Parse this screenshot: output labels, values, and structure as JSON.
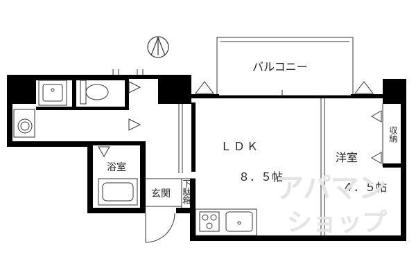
{
  "north_mark": "N",
  "rooms": {
    "balcony": "バルコニー",
    "ldk": "ＬＤＫ",
    "ldk_size": "８．５帖",
    "western": "洋室",
    "western_size": "４．５帖",
    "bath": "浴室",
    "entrance": "玄関",
    "shoe_box": "下駄箱",
    "storage": "収納"
  },
  "watermark": {
    "line1": "アパマン",
    "line2": "ショップ"
  },
  "colors": {
    "wall": "#000000",
    "line": "#333333",
    "watermark": "#e4e4e4"
  }
}
